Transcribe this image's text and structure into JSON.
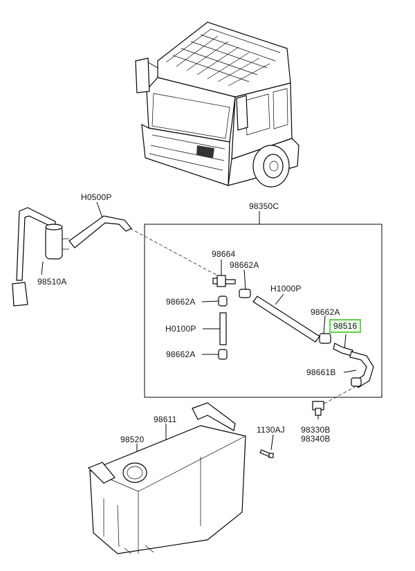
{
  "highlight_color": "#5fd04a",
  "labels": {
    "h0500p": "H0500P",
    "l98350c": "98350C",
    "l98510a": "98510A",
    "l98664": "98664",
    "l98662a_1": "98662A",
    "l98662a_2": "98662A",
    "l98662a_3": "98662A",
    "l98662a_4": "98662A",
    "h1000p": "H1000P",
    "h0100p": "H0100P",
    "l98516": "98516",
    "l98661b": "98661B",
    "l98611": "98611",
    "l98520": "98520",
    "l1130aj": "1130AJ",
    "l98330b": "98330B",
    "l98340b": "98340B"
  }
}
